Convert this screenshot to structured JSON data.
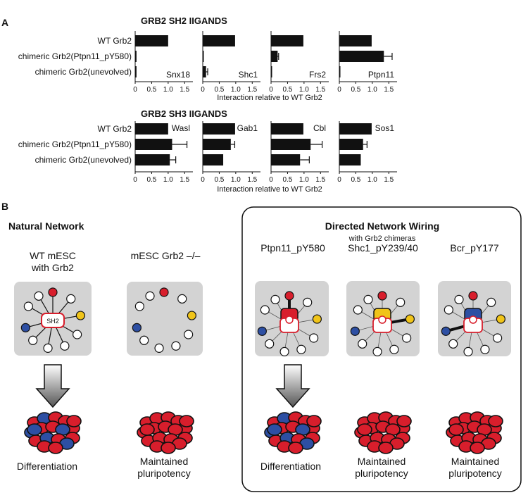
{
  "panel_a": {
    "label": "A",
    "sh2": {
      "title": "GRB2 SH2 IIGANDS",
      "rows": [
        "WT Grb2",
        "chimeric Grb2(Ptpn11_pY580)",
        "chimeric Grb2(unevolved)"
      ],
      "subplots": [
        {
          "name": "Snx18",
          "values": [
            1.0,
            0.04,
            0.04
          ],
          "errors": [
            0,
            0,
            0
          ]
        },
        {
          "name": "Shc1",
          "values": [
            0.98,
            0.03,
            0.1
          ],
          "errors": [
            0,
            0,
            0.05
          ]
        },
        {
          "name": "Frs2",
          "values": [
            0.98,
            0.2,
            0.02
          ],
          "errors": [
            0,
            0.03,
            0
          ]
        },
        {
          "name": "Ptpn11",
          "values": [
            0.98,
            1.35,
            0.02
          ],
          "errors": [
            0,
            0.25,
            0
          ]
        }
      ],
      "ticks": [
        "0",
        "0.5",
        "1.0",
        "1.5"
      ],
      "xlabel": "Interaction relative to WT Grb2"
    },
    "sh3": {
      "title": "GRB2 SH3 IIGANDS",
      "rows": [
        "WT Grb2",
        "chimeric Grb2(Ptpn11_pY580)",
        "chimeric Grb2(unevolved)"
      ],
      "subplots": [
        {
          "name": "Wasl",
          "values": [
            1.0,
            1.12,
            1.05
          ],
          "errors": [
            0,
            0.45,
            0.18
          ]
        },
        {
          "name": "Gab1",
          "values": [
            0.98,
            0.85,
            0.62
          ],
          "errors": [
            0,
            0.12,
            0
          ]
        },
        {
          "name": "Cbl",
          "values": [
            0.98,
            1.2,
            0.88
          ],
          "errors": [
            0,
            0.35,
            0.28
          ]
        },
        {
          "name": "Sos1",
          "values": [
            0.98,
            0.72,
            0.65
          ],
          "errors": [
            0,
            0.12,
            0
          ]
        }
      ],
      "ticks": [
        "0",
        "0.5",
        "1.0",
        "1.5"
      ],
      "xlabel": "Interaction relative to WT Grb2"
    }
  },
  "panel_b": {
    "label": "B",
    "natural_title": "Natural Network",
    "directed_title": "Directed Network Wiring",
    "directed_subtitle": "with Grb2 chimeras",
    "cells": [
      {
        "title_line1": "WT mESC",
        "title_line2": "with Grb2",
        "hub": "SH2",
        "outcome_line1": "Differentiation",
        "outcome_line2": "",
        "outcome_color": "#2d4fa3"
      },
      {
        "title_line1": "mESC Grb2 –/–",
        "title_line2": "",
        "outcome_line1": "Maintained",
        "outcome_line2": "pluripotency",
        "outcome_color": "#d81e2c"
      },
      {
        "title_line1": "Ptpn11_pY580",
        "title_line2": "",
        "outcome_line1": "Differentiation",
        "outcome_line2": "",
        "outcome_color": "#2d4fa3"
      },
      {
        "title_line1": "Shc1_pY239/40",
        "title_line2": "",
        "outcome_line1": "Maintained",
        "outcome_line2": "pluripotency",
        "outcome_color": "#d81e2c"
      },
      {
        "title_line1": "Bcr_pY177",
        "title_line2": "",
        "outcome_line1": "Maintained",
        "outcome_line2": "pluripotency",
        "outcome_color": "#d81e2c"
      }
    ],
    "colors": {
      "red": "#d81e2c",
      "blue": "#2d4fa3",
      "yellow": "#f0c419",
      "panel_bg": "#d3d3d3"
    }
  }
}
